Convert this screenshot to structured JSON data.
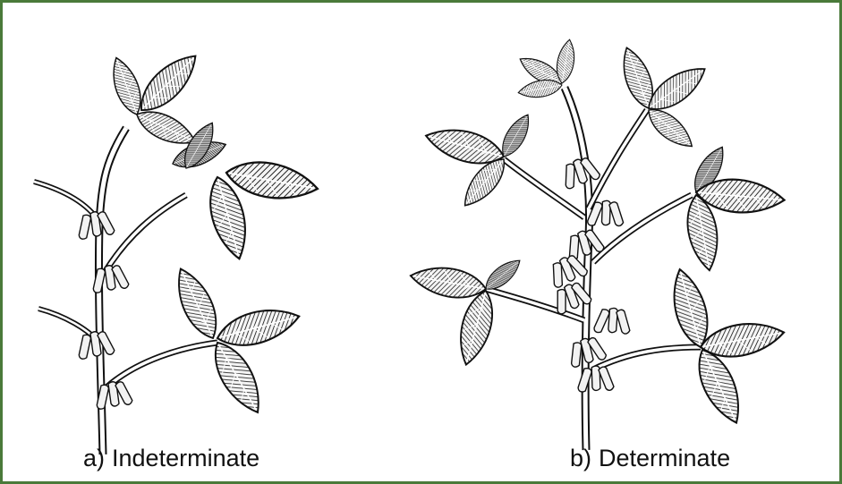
{
  "panels": [
    {
      "letter": "a)",
      "title": "Indeterminate"
    },
    {
      "letter": "b)",
      "title": "Determinate"
    }
  ],
  "colors": {
    "border": "#4a7a3a",
    "ink": "#1a1a1a",
    "leaf_fill": "#3a3a3a"
  }
}
